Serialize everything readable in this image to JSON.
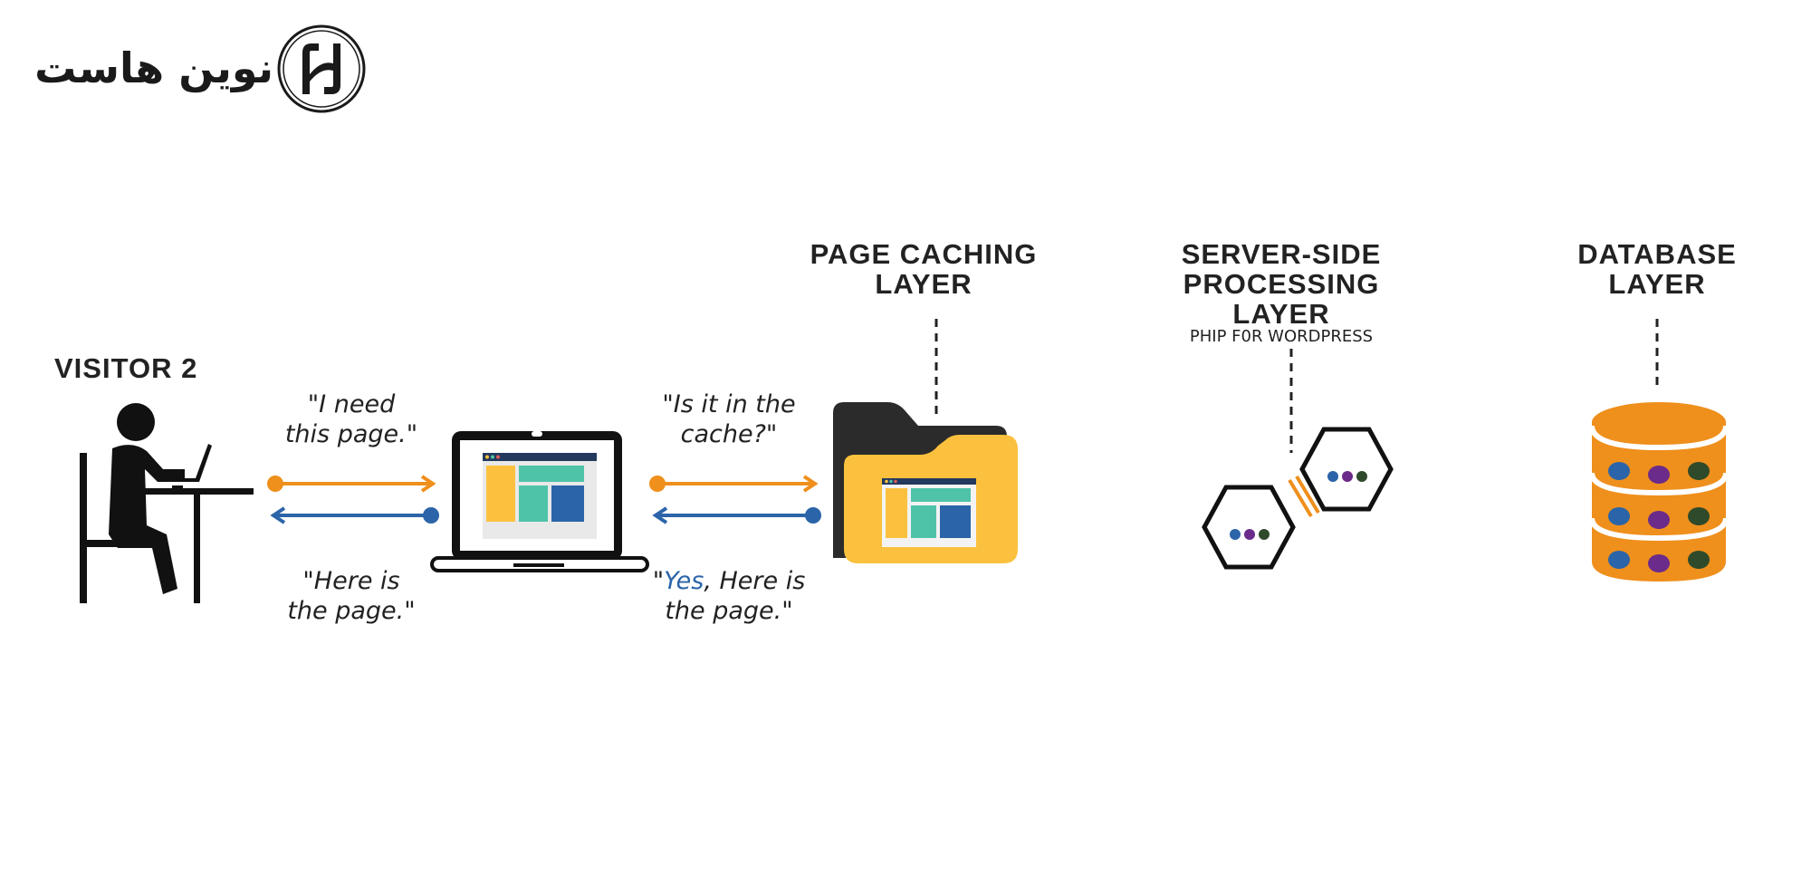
{
  "brand": {
    "name": "نوین هاست",
    "logo_icon": "nh-monogram-icon"
  },
  "visitor": {
    "label": "VISITOR 2",
    "icon": "person-at-laptop-icon"
  },
  "quotes": {
    "request_to_browser": "\"I need\nthis page.\"",
    "response_from_browser": "\"Here is\nthe page.\"",
    "request_to_cache": "\"Is it in the\ncache?\"",
    "response_from_cache": {
      "prefix": "\"",
      "yes": "Yes",
      "suffix": ", Here is\nthe page.\""
    }
  },
  "layers": {
    "page_cache": {
      "title": "PAGE CACHING\nLAYER",
      "icon": "folder-icon"
    },
    "server_side": {
      "title": "SERVER-SIDE\nPROCESSING\nLAYER",
      "subtitle": "PHIP F0R WORDPRESS",
      "icon": "hexagon-nodes-icon"
    },
    "database": {
      "title": "DATABASE\nLAYER",
      "icon": "database-icon"
    }
  },
  "colors": {
    "request_arrow": "#ef8f1c",
    "response_arrow": "#2b64a8",
    "folder_front": "#fbc13e",
    "folder_back": "#2b2b2b",
    "database": "#ef8f1c",
    "highlight_yes": "#2b64a8"
  }
}
